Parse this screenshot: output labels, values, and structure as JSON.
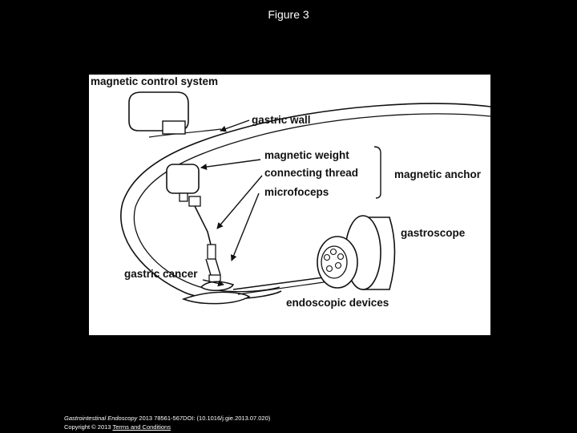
{
  "slide": {
    "title": "Figure 3"
  },
  "diagram": {
    "labels": {
      "magnetic_control_system": "magnetic control system",
      "gastric_wall": "gastric wall",
      "magnetic_weight": "magnetic weight",
      "connecting_thread": "connecting thread",
      "microforceps": "microfoceps",
      "magnetic_anchor": "magnetic anchor",
      "gastroscope": "gastroscope",
      "gastric_cancer": "gastric cancer",
      "endoscopic_devices": "endoscopic devices"
    }
  },
  "citation": {
    "journal": "Gastrointestinal Endoscopy",
    "details": " 2013 78561-567DOI: (10.1016/j.gie.2013.07.020)",
    "copyright": "Copyright © 2013 ",
    "terms_link": "Terms and Conditions"
  }
}
